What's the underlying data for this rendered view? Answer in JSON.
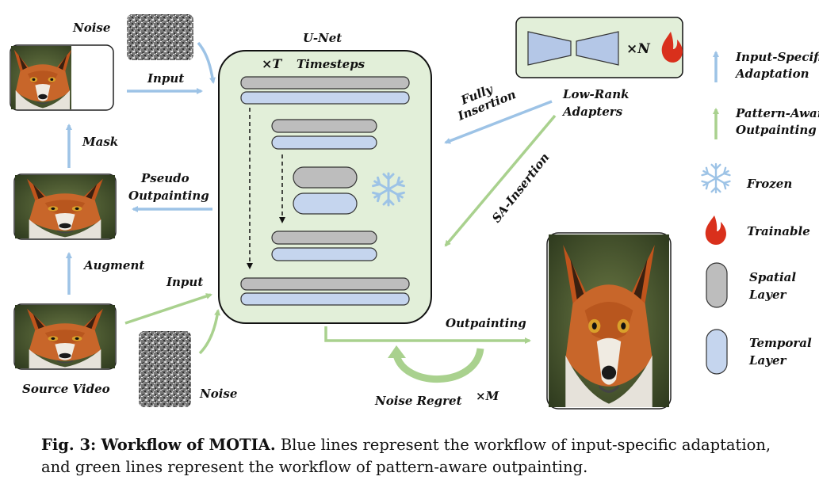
{
  "labels": {
    "noise_top": "Noise",
    "input_top": "Input",
    "mask": "Mask",
    "pseudo_1": "Pseudo",
    "pseudo_2": "Outpainting",
    "augment": "Augment",
    "input_bottom": "Input",
    "source_video": "Source Video",
    "noise_bottom": "Noise",
    "unet": "U-Net",
    "timesteps_mult": "×T",
    "timesteps": "Timesteps",
    "fully_1": "Fully",
    "fully_2": "Insertion",
    "sa_insertion": "SA-Insertion",
    "lowrank_1": "Low-Rank",
    "lowrank_2": "Adapters",
    "times_n": "×N",
    "outpainting": "Outpainting",
    "noise_regret": "Noise Regret",
    "times_m": "×M"
  },
  "legend": {
    "input_specific_1": "Input-Specific",
    "input_specific_2": "Adaptation",
    "pattern_aware_1": "Pattern-Aware",
    "pattern_aware_2": "Outpainting",
    "frozen": "Frozen",
    "trainable": "Trainable",
    "spatial_1": "Spatial",
    "spatial_2": "Layer",
    "temporal_1": "Temporal",
    "temporal_2": "Layer"
  },
  "caption": {
    "label": "Fig. 3:",
    "title": "Workflow of MOTIA.",
    "text": "Blue lines represent the workflow of input-specific adaptation, and green lines represent the workflow of pattern-aware outpainting."
  },
  "colors": {
    "blue_line": "#9dc3e6",
    "green_line": "#a9d18e",
    "spatial": "#bdbdbd",
    "temporal": "#c5d5ee",
    "unet_bg": "#e2efd9",
    "flame": "#d9301c"
  },
  "icons": [
    "fox-image",
    "noise-image",
    "snowflake-icon",
    "flame-icon"
  ]
}
